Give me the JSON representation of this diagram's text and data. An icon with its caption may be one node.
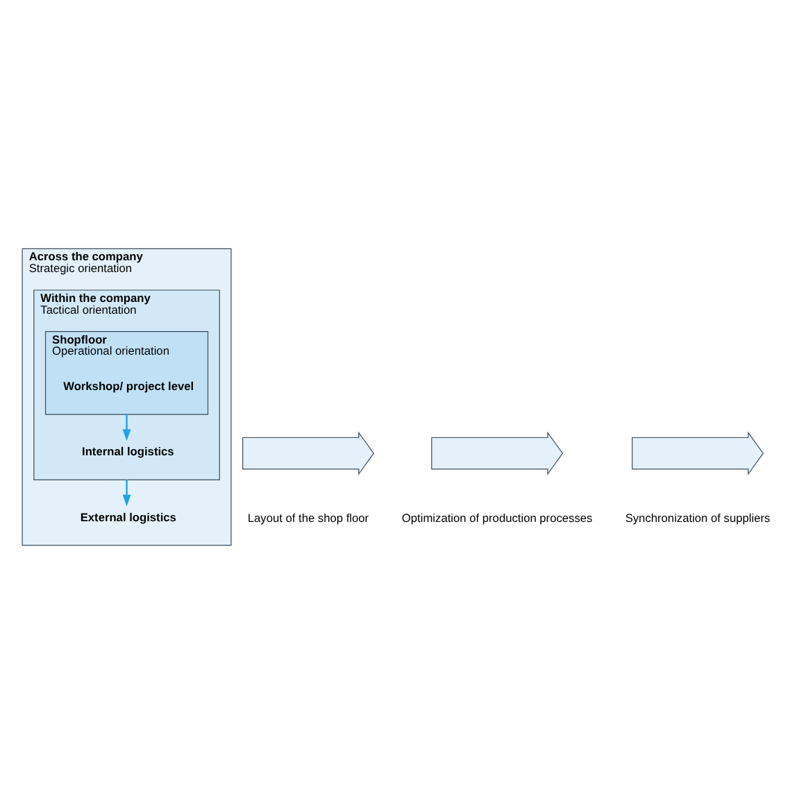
{
  "diagram": {
    "nodes": [
      {
        "text": [
          "Across the company",
          "Strategic orientation"
        ]
      },
      {
        "text": [
          "External logistics"
        ],
        "in": 0
      },
      {
        "text": [
          "Within the company",
          "Tactical orientation"
        ],
        "in": 0
      },
      {
        "text": [
          "Internal logistics"
        ],
        "in": 2
      },
      {
        "text": [
          "Shopfloor",
          "Operational orientation"
        ],
        "in": 2
      },
      {
        "text": [
          "Workshop/ project level"
        ],
        "in": 4
      },
      {
        "text": [],
        "shape": "arrow",
        "beside": [
          "Layout of the shop floor"
        ]
      },
      {
        "text": [],
        "shape": "arrow",
        "beside": [
          "Optimization of production processes"
        ]
      },
      {
        "text": [],
        "shape": "arrow",
        "beside": [
          "Synchronization of suppliers"
        ]
      }
    ],
    "edges": [
      {
        "from": 4,
        "to": 3,
        "arrow": "to"
      },
      {
        "from": 2,
        "to": 1,
        "arrow": "to"
      }
    ]
  }
}
